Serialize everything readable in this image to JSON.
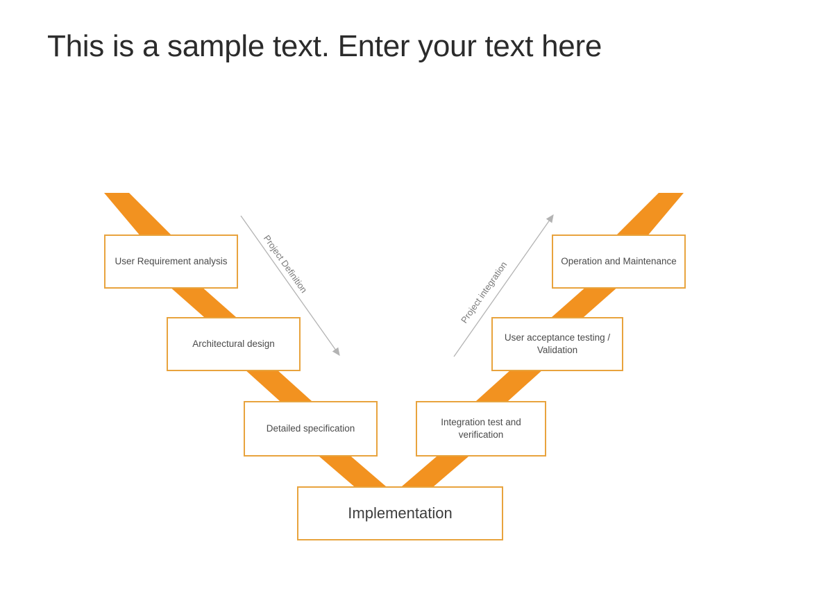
{
  "slide": {
    "title": "This is a sample text. Enter your text here",
    "background_color": "#ffffff"
  },
  "theme": {
    "ribbon_color": "#F29220",
    "box_border_color": "#E8A33D",
    "box_fill_color": "#ffffff",
    "box_text_color": "#4a4a4a",
    "title_text_color": "#2b2b2b",
    "arrow_color": "#b3b3b3",
    "arrow_label_color": "#7a7a7a"
  },
  "diagram": {
    "type": "v-model",
    "left_branch_label": "Project Definition",
    "right_branch_label": "Project integration",
    "stages": [
      {
        "id": "user-requirement-analysis",
        "label": "User Requirement analysis",
        "side": "left",
        "level": 1
      },
      {
        "id": "architectural-design",
        "label": "Architectural design",
        "side": "left",
        "level": 2
      },
      {
        "id": "detailed-specification",
        "label": "Detailed specification",
        "side": "left",
        "level": 3
      },
      {
        "id": "implementation",
        "label": "Implementation",
        "side": "center",
        "level": 4
      },
      {
        "id": "integration-test-and-verification",
        "label": "Integration test and verification",
        "side": "right",
        "level": 3
      },
      {
        "id": "user-acceptance-testing-validation",
        "label": "User acceptance testing / Validation",
        "side": "right",
        "level": 2
      },
      {
        "id": "operation-and-maintenance",
        "label": "Operation and Maintenance",
        "side": "right",
        "level": 1
      }
    ]
  }
}
